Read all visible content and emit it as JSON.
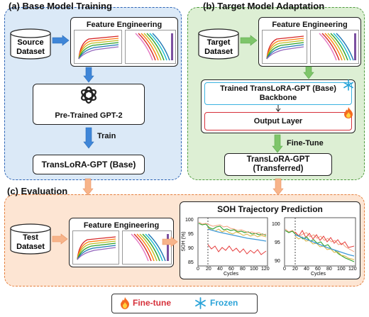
{
  "panels": {
    "a": {
      "title": "(a) Base Model Training"
    },
    "b": {
      "title": "(b) Target Model Adaptation"
    },
    "c": {
      "title": "(c) Evaluation"
    }
  },
  "a": {
    "source_line1": "Source",
    "source_line2": "Dataset",
    "fe_title": "Feature Engineering",
    "gpt2_label": "Pre-Trained GPT-2",
    "train_label": "Train",
    "base_label": "TransLoRA-GPT (Base)"
  },
  "b": {
    "target_line1": "Target",
    "target_line2": "Dataset",
    "fe_title": "Feature Engineering",
    "backbone_line1": "Trained TransLoRA-GPT (Base)",
    "backbone_line2": "Backbone",
    "output_label": "Output Layer",
    "finetune_label": "Fine-Tune",
    "transferred_line1": "TransLoRA-GPT",
    "transferred_line2": "(Transferred)"
  },
  "c": {
    "test_line1": "Test",
    "test_line2": "Dataset",
    "fe_title": "Feature Engineering",
    "soh_title": "SOH Trajectory Prediction",
    "ylabel": "SOH (%)",
    "xlabel": "Cycles",
    "yticks": [
      "100",
      "95",
      "90",
      "85"
    ],
    "yticks_right": [
      "100",
      "95",
      "90"
    ],
    "xticks": [
      "0",
      "20",
      "40",
      "60",
      "80",
      "100",
      "120"
    ]
  },
  "legend": {
    "finetune": "Fine-tune",
    "frozen": "Frozen"
  },
  "colors": {
    "panel_a_bg": "#dbe9f7",
    "panel_a_border": "#2c63b5",
    "panel_b_bg": "#ddefd4",
    "panel_b_border": "#4d9a3c",
    "panel_c_bg": "#fde5d3",
    "panel_c_border": "#e47f3d",
    "backbone_border": "#3bb3e0",
    "output_border": "#d6303a"
  },
  "icons": [
    "database-icon",
    "openai-logo-icon",
    "fire-icon",
    "snowflake-icon"
  ]
}
